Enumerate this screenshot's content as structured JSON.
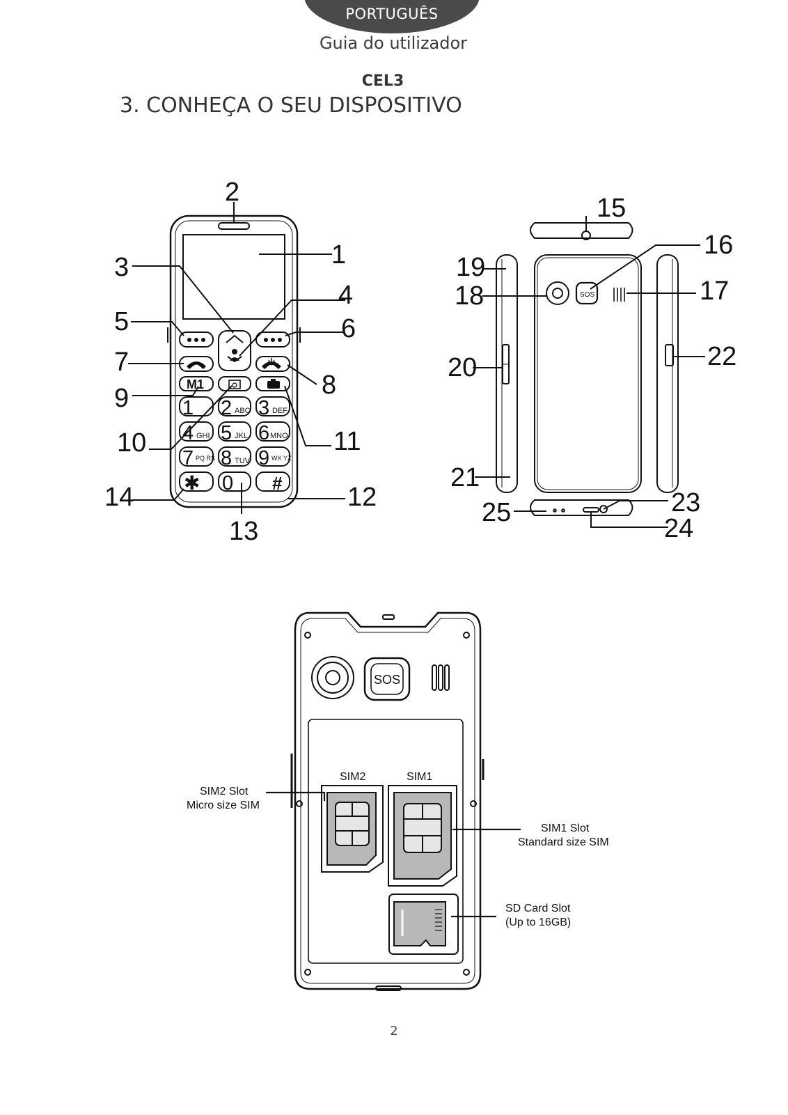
{
  "header": {
    "language": "PORTUGUÊS",
    "guide_title": "Guia do utilizador",
    "model": "CEL3",
    "section_title": "3. CONHEÇA O SEU DISPOSITIVO"
  },
  "front_callouts": [
    "1",
    "2",
    "3",
    "4",
    "5",
    "6",
    "7",
    "8",
    "9",
    "10",
    "11",
    "12",
    "13",
    "14"
  ],
  "side_callouts": [
    "15",
    "16",
    "17",
    "18",
    "19",
    "20",
    "21",
    "22",
    "23",
    "24",
    "25"
  ],
  "keypad": {
    "m1": "M1",
    "digits": [
      "1",
      "2",
      "3",
      "4",
      "5",
      "6",
      "7",
      "8",
      "9",
      "0"
    ],
    "letters": [
      "ABC",
      "DEF",
      "GHI",
      "JKL",
      "MNO",
      "PQ RS",
      "TUV",
      "WX YZ"
    ],
    "star": "✱",
    "hash": "#",
    "sos": "SOS"
  },
  "back_labels": {
    "sim2_slot_label": "SIM2",
    "sim1_slot_label": "SIM1",
    "sos": "SOS",
    "sim2_callout_line1": "SIM2 Slot",
    "sim2_callout_line2": "Micro size SIM",
    "sim1_callout_line1": "SIM1 Slot",
    "sim1_callout_line2": "Standard size SIM",
    "sd_callout_line1": "SD Card Slot",
    "sd_callout_line2": "(Up to 16GB)"
  },
  "page_number": "2"
}
